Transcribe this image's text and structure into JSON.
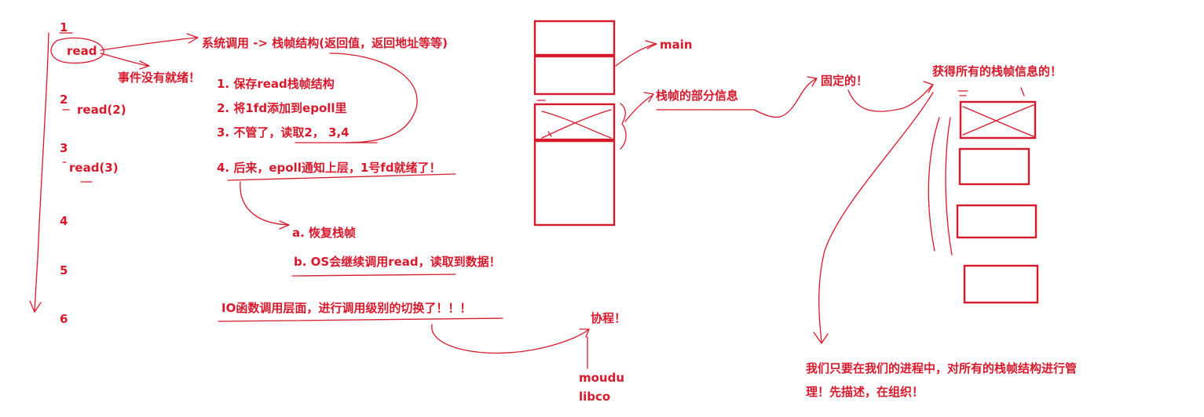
{
  "color": "#d6192b",
  "left_column": {
    "n1": "1",
    "read1": "read",
    "n2": "2",
    "read2": "read(2)",
    "n3": "3",
    "read3": "read(3)",
    "n4": "4",
    "n5": "5",
    "n6": "6"
  },
  "notes": {
    "syscall": "系统调用 -> 栈帧结构(返回值，返回地址等等)",
    "not_ready": "事件没有就绪！",
    "step1": "1. 保存read栈帧结构",
    "step2": "2. 将1fd添加到epoll里",
    "step3": "3. 不管了，读取2， 3,4",
    "step4": "4. 后来，epoll通知上层，1号fd就绪了！",
    "a": "a. 恢复栈帧",
    "b": "b. OS会继续调用read，读取到数据！",
    "io_switch": "IO函数调用层面，进行调用级别的切换了！！！",
    "coroutine": "协程！",
    "moudu": "moudu",
    "libco": "libco"
  },
  "stack": {
    "main": "main",
    "partial": "栈帧的部分信息",
    "fixed": "固定的！",
    "get_all": "获得所有的栈帧信息的！",
    "manage_line1": "我们只要在我们的进程中，对所有的栈帧结构进行管",
    "manage_line2": "理！先描述，在组织！"
  }
}
